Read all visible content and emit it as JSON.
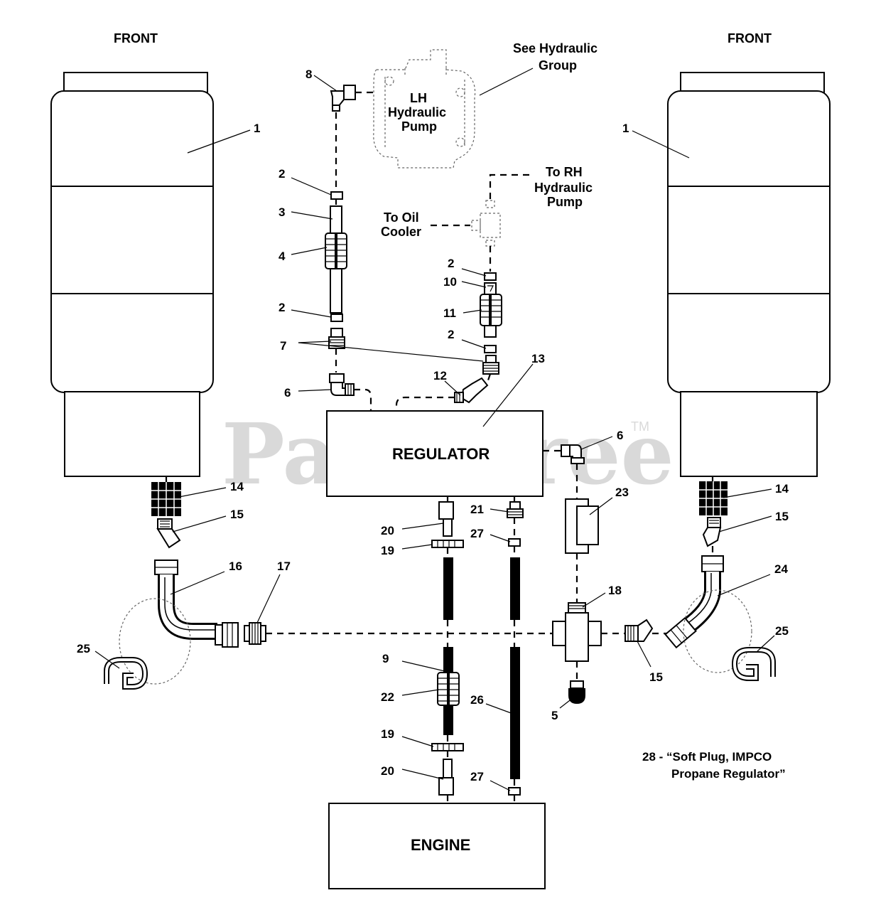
{
  "tank_left": {
    "front_label": "FRONT"
  },
  "tank_right": {
    "front_label": "FRONT"
  },
  "hydraulic_group": {
    "line1": "See Hydraulic",
    "line2": "Group"
  },
  "lh_pump": {
    "line1": "LH",
    "line2": "Hydraulic",
    "line3": "Pump"
  },
  "rh_pump": {
    "line1": "To RH",
    "line2": "Hydraulic",
    "line3": "Pump"
  },
  "oil_cooler": {
    "line1": "To Oil",
    "line2": "Cooler"
  },
  "regulator": {
    "label": "REGULATOR"
  },
  "engine": {
    "label": "ENGINE"
  },
  "watermark": {
    "text": "PartsTree",
    "tm": "TM"
  },
  "note": {
    "line1": "28 - “Soft Plug, IMPCO",
    "line2": "Propane Regulator”"
  },
  "callouts": {
    "c1_left": "1",
    "c1_right": "1",
    "c2_a": "2",
    "c2_b": "2",
    "c2_c": "2",
    "c2_d": "2",
    "c3": "3",
    "c4": "4",
    "c5": "5",
    "c6_left": "6",
    "c6_right": "6",
    "c7": "7",
    "c8": "8",
    "c9": "9",
    "c10": "10",
    "c11": "11",
    "c12": "12",
    "c13": "13",
    "c14_left": "14",
    "c14_right": "14",
    "c15_left": "15",
    "c15_right": "15",
    "c15_mid": "15",
    "c16": "16",
    "c17": "17",
    "c18": "18",
    "c19_top": "19",
    "c19_bottom": "19",
    "c20_top": "20",
    "c20_bottom": "20",
    "c21": "21",
    "c22": "22",
    "c23": "23",
    "c24": "24",
    "c25_left": "25",
    "c25_right": "25",
    "c26": "26",
    "c27_top": "27",
    "c27_bottom": "27"
  }
}
